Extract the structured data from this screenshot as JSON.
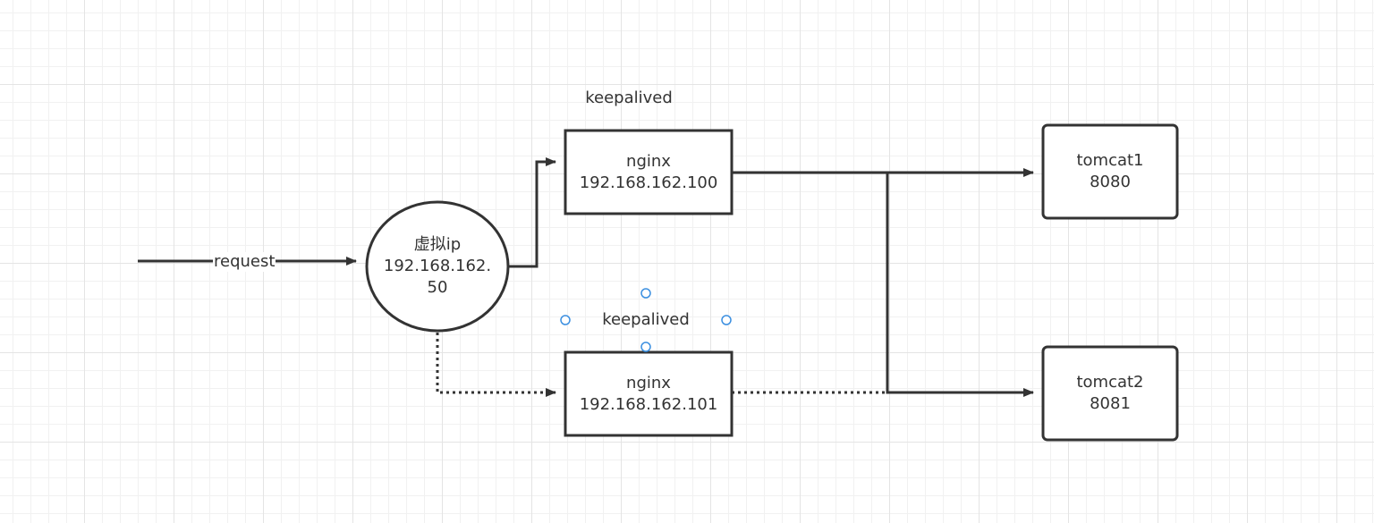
{
  "nodes": {
    "virtual_ip": {
      "line1": "虚拟ip",
      "line2": "192.168.162.",
      "line3": "50"
    },
    "nginx_primary": {
      "name": "nginx",
      "ip": "192.168.162.100"
    },
    "nginx_backup": {
      "name": "nginx",
      "ip": "192.168.162.101"
    },
    "tomcat1": {
      "name": "tomcat1",
      "port": "8080"
    },
    "tomcat2": {
      "name": "tomcat2",
      "port": "8081"
    }
  },
  "labels": {
    "keepalived_top": "keepalived",
    "keepalived_bottom": "keepalived",
    "request": "request"
  },
  "colors": {
    "stroke": "#333333",
    "text": "#333333",
    "selection_handle": "#3b8fe0"
  }
}
